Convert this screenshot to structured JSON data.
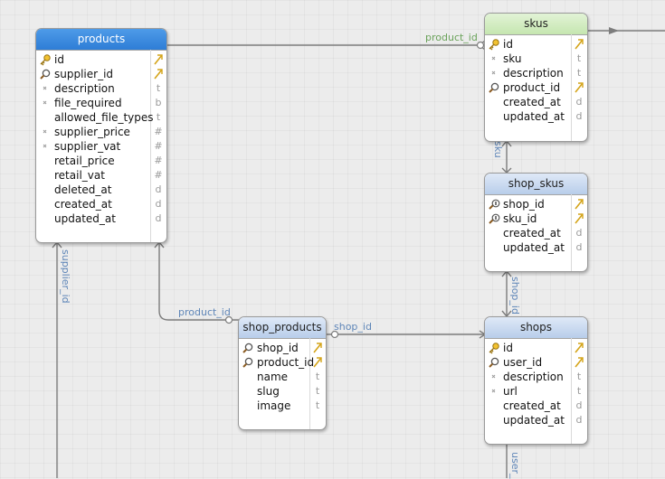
{
  "tables": {
    "products": {
      "title": "products",
      "rows": [
        {
          "name": "id",
          "icon": "key",
          "type": "fk"
        },
        {
          "name": "supplier_id",
          "icon": "search",
          "type": "fk"
        },
        {
          "name": "description",
          "icon": "x",
          "type": "t"
        },
        {
          "name": "file_required",
          "icon": "x",
          "type": "b"
        },
        {
          "name": "allowed_file_types",
          "icon": "none",
          "type": "t"
        },
        {
          "name": "supplier_price",
          "icon": "x",
          "type": "#"
        },
        {
          "name": "supplier_vat",
          "icon": "x",
          "type": "#"
        },
        {
          "name": "retail_price",
          "icon": "none",
          "type": "#"
        },
        {
          "name": "retail_vat",
          "icon": "none",
          "type": "#"
        },
        {
          "name": "deleted_at",
          "icon": "none",
          "type": "d"
        },
        {
          "name": "created_at",
          "icon": "none",
          "type": "d"
        },
        {
          "name": "updated_at",
          "icon": "none",
          "type": "d"
        }
      ]
    },
    "skus": {
      "title": "skus",
      "rows": [
        {
          "name": "id",
          "icon": "key",
          "type": "fk"
        },
        {
          "name": "sku",
          "icon": "x",
          "type": "t"
        },
        {
          "name": "description",
          "icon": "x",
          "type": "t"
        },
        {
          "name": "product_id",
          "icon": "search",
          "type": "fk"
        },
        {
          "name": "created_at",
          "icon": "none",
          "type": "d"
        },
        {
          "name": "updated_at",
          "icon": "none",
          "type": "d"
        }
      ]
    },
    "shop_skus": {
      "title": "shop_skus",
      "rows": [
        {
          "name": "shop_id",
          "icon": "unique",
          "type": "fk"
        },
        {
          "name": "sku_id",
          "icon": "unique",
          "type": "fk"
        },
        {
          "name": "created_at",
          "icon": "none",
          "type": "d"
        },
        {
          "name": "updated_at",
          "icon": "none",
          "type": "d"
        }
      ]
    },
    "shop_products": {
      "title": "shop_products",
      "rows": [
        {
          "name": "shop_id",
          "icon": "search",
          "type": "fk"
        },
        {
          "name": "product_id",
          "icon": "search",
          "type": "fk"
        },
        {
          "name": "name",
          "icon": "none",
          "type": "t"
        },
        {
          "name": "slug",
          "icon": "none",
          "type": "t"
        },
        {
          "name": "image",
          "icon": "none",
          "type": "t"
        }
      ]
    },
    "shops": {
      "title": "shops",
      "rows": [
        {
          "name": "id",
          "icon": "key",
          "type": "fk"
        },
        {
          "name": "user_id",
          "icon": "search",
          "type": "fk"
        },
        {
          "name": "description",
          "icon": "x",
          "type": "t"
        },
        {
          "name": "url",
          "icon": "x",
          "type": "t"
        },
        {
          "name": "created_at",
          "icon": "none",
          "type": "d"
        },
        {
          "name": "updated_at",
          "icon": "none",
          "type": "d"
        }
      ]
    }
  },
  "relations": {
    "skus_product_id": "product_id",
    "products_supplier_id": "supplier_id",
    "shop_products_product_id": "product_id",
    "shop_products_shop_id": "shop_id",
    "shop_skus_sku": "sku",
    "shop_skus_shop_id": "shop_id",
    "shops_user": "user_"
  },
  "colors": {
    "line": "#7d7d7d",
    "label_blue": "#5f86b8",
    "label_green": "#6aa25a",
    "selected_header": "#3a8be0"
  }
}
